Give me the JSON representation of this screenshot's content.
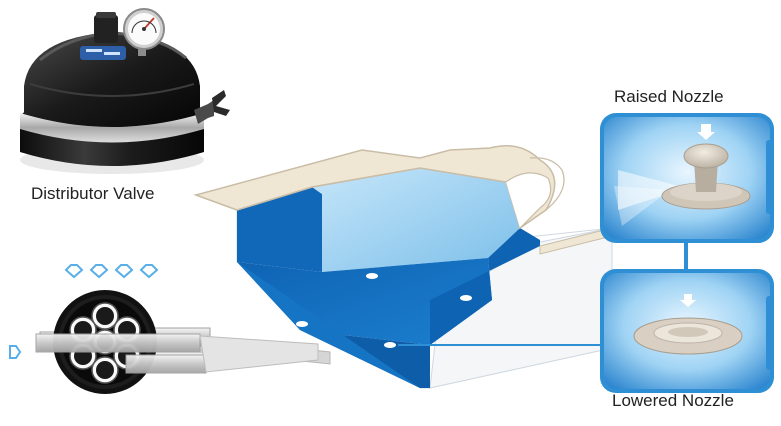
{
  "labels": {
    "distributor_valve": "Distributor Valve",
    "raised_nozzle": "Raised Nozzle",
    "lowered_nozzle": "Lowered Nozzle"
  },
  "colors": {
    "pool_blue": "#1673c2",
    "pool_light": "#8cc6ec",
    "coping": "#efe6d4",
    "nozzle": "#d8cfc2",
    "panel_blue": "#2f8fd4",
    "water_drop": "#7fc4f0"
  },
  "icons": {
    "droplets": [
      "water-drop-icon",
      "water-drop-icon",
      "water-drop-icon",
      "water-drop-icon"
    ],
    "inlet": "water-drop-icon"
  }
}
